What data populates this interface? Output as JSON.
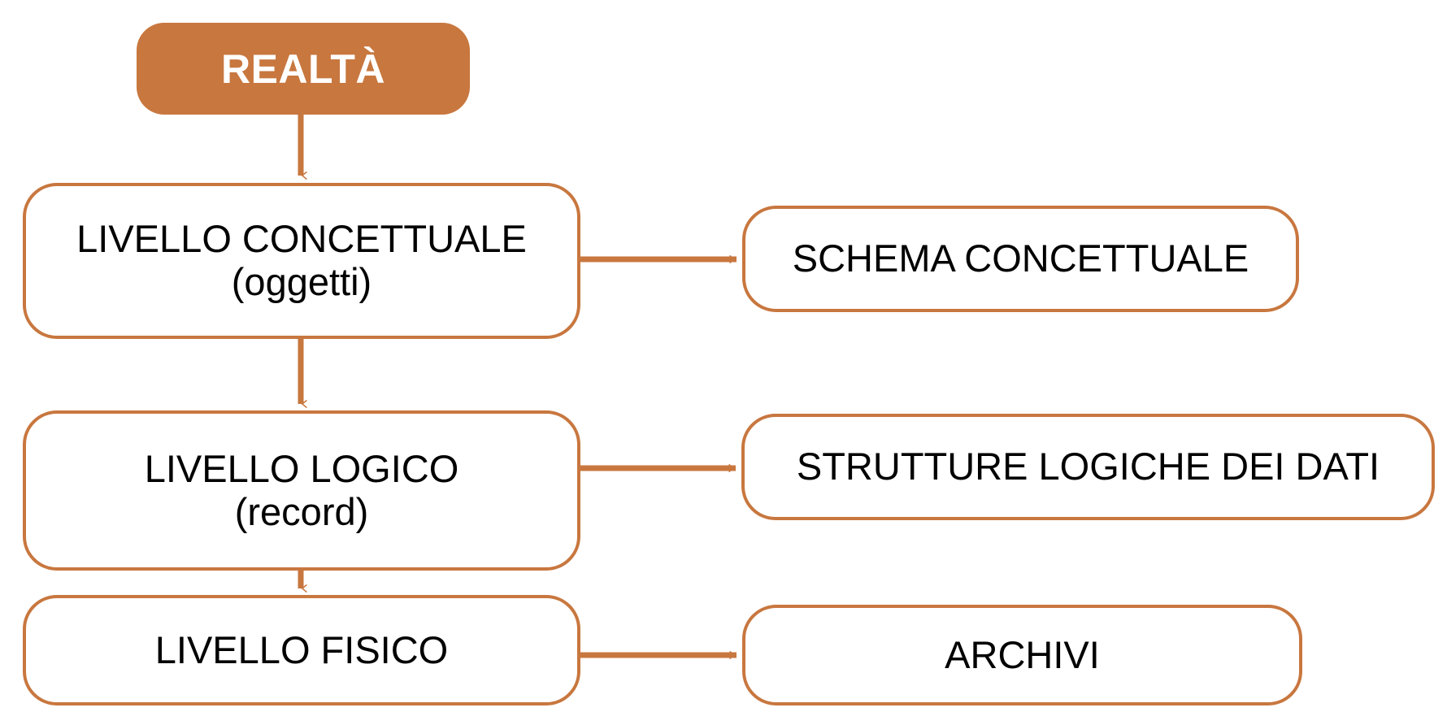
{
  "diagram": {
    "type": "flowchart",
    "language": "it",
    "accent_color": "#c8773f",
    "background_color": "#ffffff",
    "text_color": "#000000",
    "filled_text_color": "#ffffff",
    "nodes": {
      "realta": {
        "label": "REALTÀ",
        "style": "filled"
      },
      "livello_concettuale": {
        "line1": "LIVELLO CONCETTUALE",
        "line2": "(oggetti)",
        "style": "outlined"
      },
      "livello_logico": {
        "line1": "LIVELLO LOGICO",
        "line2": "(record)",
        "style": "outlined"
      },
      "livello_fisico": {
        "line1": "LIVELLO FISICO",
        "style": "outlined"
      },
      "schema_concettuale": {
        "line1": "SCHEMA CONCETTUALE",
        "style": "outlined"
      },
      "strutture_logiche": {
        "line1": "STRUTTURE LOGICHE DEI DATI",
        "style": "outlined"
      },
      "archivi": {
        "line1": "ARCHIVI",
        "style": "outlined"
      }
    },
    "edges": [
      {
        "from": "realta",
        "to": "livello_concettuale",
        "direction": "down"
      },
      {
        "from": "livello_concettuale",
        "to": "livello_logico",
        "direction": "down"
      },
      {
        "from": "livello_logico",
        "to": "livello_fisico",
        "direction": "down"
      },
      {
        "from": "livello_concettuale",
        "to": "schema_concettuale",
        "direction": "right"
      },
      {
        "from": "livello_logico",
        "to": "strutture_logiche",
        "direction": "right"
      },
      {
        "from": "livello_fisico",
        "to": "archivi",
        "direction": "right"
      }
    ]
  }
}
